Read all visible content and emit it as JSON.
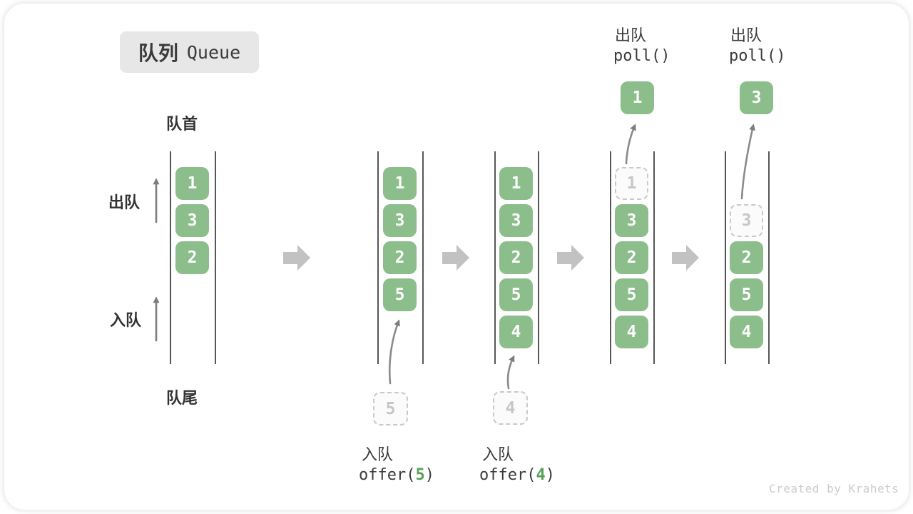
{
  "title": {
    "zh": "队列",
    "en": "Queue"
  },
  "side_labels": {
    "front": "队首",
    "rear": "队尾",
    "dequeue": "出队",
    "enqueue": "入队"
  },
  "columns": [
    {
      "cells": [
        {
          "v": "1"
        },
        {
          "v": "3"
        },
        {
          "v": "2"
        }
      ]
    },
    {
      "cells": [
        {
          "v": "1"
        },
        {
          "v": "3"
        },
        {
          "v": "2"
        },
        {
          "v": "5"
        }
      ]
    },
    {
      "cells": [
        {
          "v": "1"
        },
        {
          "v": "3"
        },
        {
          "v": "2"
        },
        {
          "v": "5"
        },
        {
          "v": "4"
        }
      ]
    },
    {
      "cells": [
        {
          "v": "1"
        },
        {
          "v": "3"
        },
        {
          "v": "2"
        },
        {
          "v": "5"
        },
        {
          "v": "4"
        }
      ]
    },
    {
      "cells": [
        {
          "v": "3"
        },
        {
          "v": "2"
        },
        {
          "v": "5"
        },
        {
          "v": "4"
        }
      ]
    }
  ],
  "operations": {
    "enqueue5": {
      "action": "入队",
      "code_pre": "offer(",
      "arg": "5",
      "code_post": ")",
      "staged": "5"
    },
    "enqueue4": {
      "action": "入队",
      "code_pre": "offer(",
      "arg": "4",
      "code_post": ")",
      "staged": "4"
    },
    "poll1": {
      "action": "出队",
      "code": "poll()",
      "removed": "1"
    },
    "poll2": {
      "action": "出队",
      "code": "poll()",
      "removed": "3"
    }
  },
  "watermark": "Created by Krahets",
  "colors": {
    "box_green": "#8CBE8C",
    "accent_green": "#57A057",
    "block_arrow": "#C2C2C2",
    "dash_gray": "#C9C9C9"
  }
}
